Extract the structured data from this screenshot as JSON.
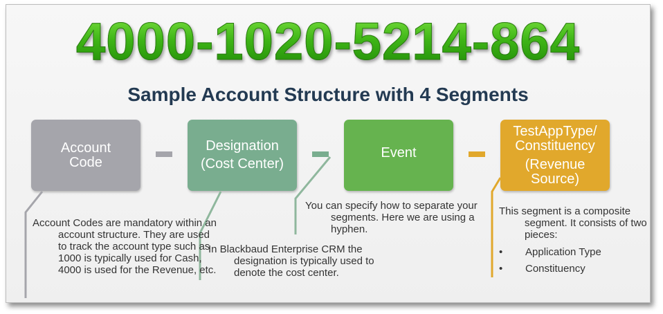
{
  "header": {
    "account_number": "4000-1020-5214-864",
    "subtitle": "Sample Account Structure with 4 Segments"
  },
  "segments": [
    {
      "lines": [
        "Account",
        "Code"
      ],
      "color": "#a5a5ab"
    },
    {
      "lines": [
        "Designation",
        "(Cost Center)"
      ],
      "color": "#79ad8f"
    },
    {
      "lines": [
        "Event"
      ],
      "color": "#66b34f"
    },
    {
      "lines": [
        "TestAppType/",
        "Constituency",
        "(Revenue",
        "Source)"
      ],
      "color": "#e1a82c"
    }
  ],
  "separators": [
    {
      "color": "#a5a5ab"
    },
    {
      "color": "#79ad8f"
    },
    {
      "color": "#e1a82c"
    }
  ],
  "descriptions": {
    "account_code": "Account Codes are mandatory within an account structure. They are used to track the account type such as 1000 is typically used for Cash, 4000 is used for the Revenue, etc.",
    "designation": "In Blackbaud Enterprise CRM the designation is typically used to denote the cost center.",
    "event": "You can specify how to separate your segments.  Here we are using a hyphen.",
    "revenue_intro": "This segment is a composite segment.  It consists of two pieces:",
    "revenue_items": [
      "Application Type",
      "Constituency"
    ],
    "bullet_symbol": "•"
  }
}
